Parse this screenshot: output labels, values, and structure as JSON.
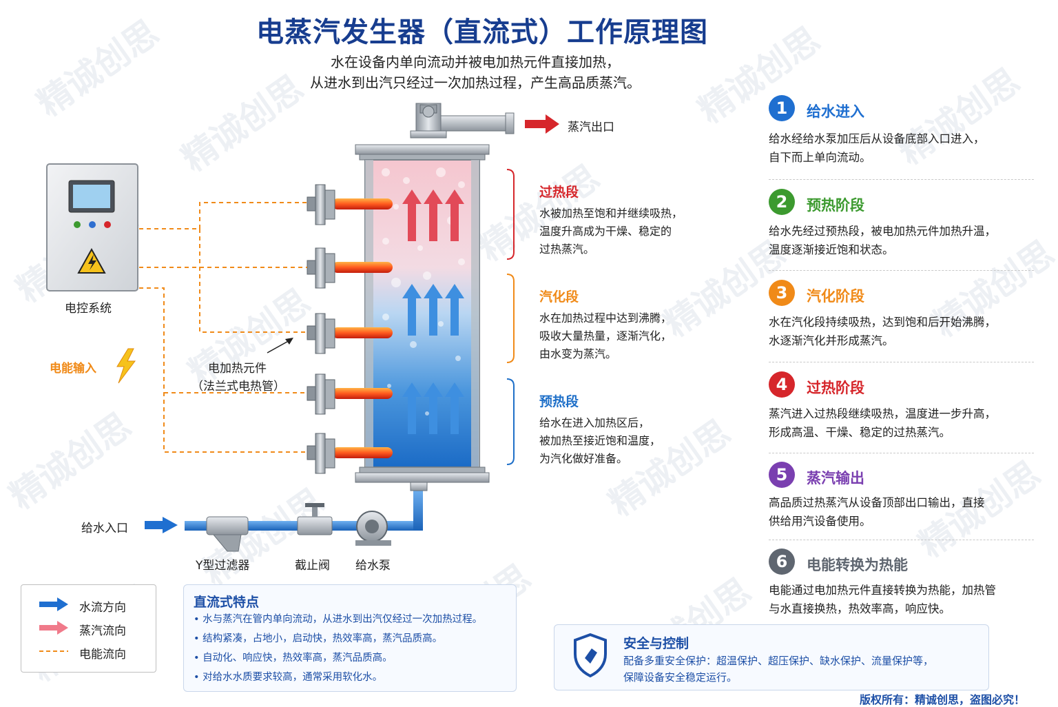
{
  "title": "电蒸汽发生器（直流式）工作原理图",
  "subtitle_lines": [
    "水在设备内单向流动并被电加热元件直接加热，",
    "从进水到出汽只经过一次加热过程，产生高品质蒸汽。"
  ],
  "labels": {
    "steam_outlet": "蒸汽出口",
    "control_system": "电控系统",
    "power_input": "电能输入",
    "heater_line1": "电加热元件",
    "heater_line2": "（法兰式电热管）",
    "water_inlet": "给水入口",
    "filter": "Y型过滤器",
    "valve": "截止阀",
    "pump": "给水泵"
  },
  "zones": [
    {
      "title": "过热段",
      "color": "#d6262b",
      "desc": [
        "水被加热至饱和并继续吸热，",
        "温度升高成为干燥、稳定的",
        "过热蒸汽。"
      ]
    },
    {
      "title": "汽化段",
      "color": "#f08a18",
      "desc": [
        "水在加热过程中达到沸腾，",
        "吸收大量热量，逐渐汽化，",
        "由水变为蒸汽。"
      ]
    },
    {
      "title": "预热段",
      "color": "#1e6fc8",
      "desc": [
        "给水在进入加热区后，",
        "被加热至接近饱和温度，",
        "为汽化做好准备。"
      ]
    }
  ],
  "steps": [
    {
      "num": "1",
      "title": "给水进入",
      "color": "#1f6fd0",
      "desc": [
        "给水经给水泵加压后从设备底部入口进入，",
        "自下而上单向流动。"
      ]
    },
    {
      "num": "2",
      "title": "预热阶段",
      "color": "#3c9a2f",
      "desc": [
        "给水先经过预热段，被电加热元件加热升温，",
        "温度逐渐接近饱和状态。"
      ]
    },
    {
      "num": "3",
      "title": "汽化阶段",
      "color": "#f08a18",
      "desc": [
        "水在汽化段持续吸热，达到饱和后开始沸腾，",
        "水逐渐汽化并形成蒸汽。"
      ]
    },
    {
      "num": "4",
      "title": "过热阶段",
      "color": "#d6262b",
      "desc": [
        "蒸汽进入过热段继续吸热，温度进一步升高，",
        "形成高温、干燥、稳定的过热蒸汽。"
      ]
    },
    {
      "num": "5",
      "title": "蒸汽输出",
      "color": "#7a3fb0",
      "desc": [
        "高品质过热蒸汽从设备顶部出口输出，直接",
        "供给用汽设备使用。"
      ]
    },
    {
      "num": "6",
      "title": "电能转换为热能",
      "color": "#5f6670",
      "desc": [
        "电能通过电加热元件直接转换为热能，加热管",
        "与水直接换热，热效率高，响应快。"
      ]
    }
  ],
  "features": {
    "title": "直流式特点",
    "items": [
      "水与蒸汽在管内单向流动，从进水到出汽仅经过一次加热过程。",
      "结构紧凑，占地小，启动快，热效率高，蒸汽品质高。",
      "自动化、响应快，热效率高，蒸汽品质高。",
      "对给水水质要求较高，通常采用软化水。"
    ]
  },
  "legend": [
    {
      "label": "水流方向",
      "color": "#1f6fd0"
    },
    {
      "label": "蒸汽流向",
      "color": "#f07a8a"
    },
    {
      "label": "电能流向",
      "color": "#f08a18"
    }
  ],
  "safety": {
    "title": "安全与控制",
    "lines": [
      "配备多重安全保护：超温保护、超压保护、缺水保护、流量保护等，",
      "保障设备安全稳定运行。"
    ]
  },
  "watermark": "精诚创思",
  "copyright": "版权所有：精诚创思，盗图必究！"
}
